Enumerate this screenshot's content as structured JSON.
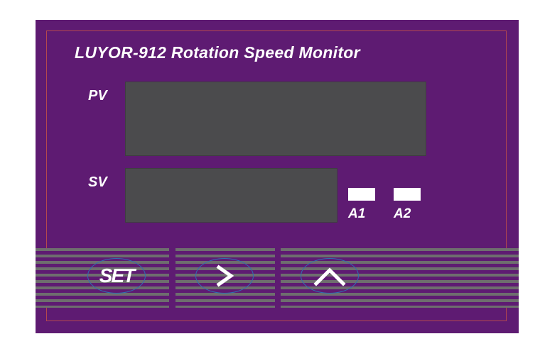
{
  "device": {
    "title": "LUYOR-912 Rotation Speed Monitor",
    "pv_label": "PV",
    "sv_label": "SV",
    "pv_value": "",
    "sv_value": ""
  },
  "alarms": [
    {
      "label": "A1"
    },
    {
      "label": "A2"
    }
  ],
  "buttons": {
    "set_label": "SET",
    "shift_icon": "chevron-right-icon",
    "up_icon": "chevron-up-icon"
  },
  "colors": {
    "panel": "#5e1b72",
    "display": "#4b4b4d",
    "border": "#b5484d",
    "stripes": "#6e6e6e",
    "button_outline": "#2f6fb2",
    "text": "#ffffff"
  }
}
